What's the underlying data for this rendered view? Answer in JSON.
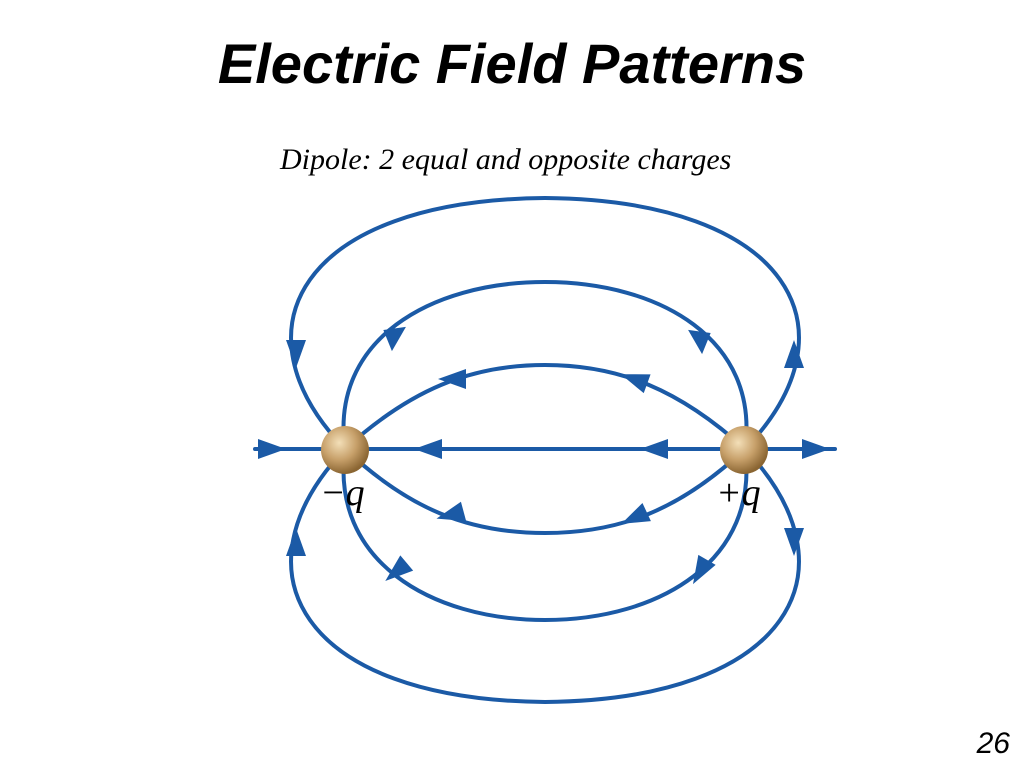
{
  "slide": {
    "title": "Electric Field Patterns",
    "page_number": "26"
  },
  "diagram": {
    "caption": "Dipole: 2 equal and opposite charges",
    "negative_charge_label": "−q",
    "positive_charge_label": "+q",
    "colors": {
      "field_line": "#1b5aa6",
      "charge_fill": "#c7a06a",
      "charge_highlight": "#f3dfb8",
      "charge_shadow": "#8a6532",
      "label": "#000000"
    }
  }
}
